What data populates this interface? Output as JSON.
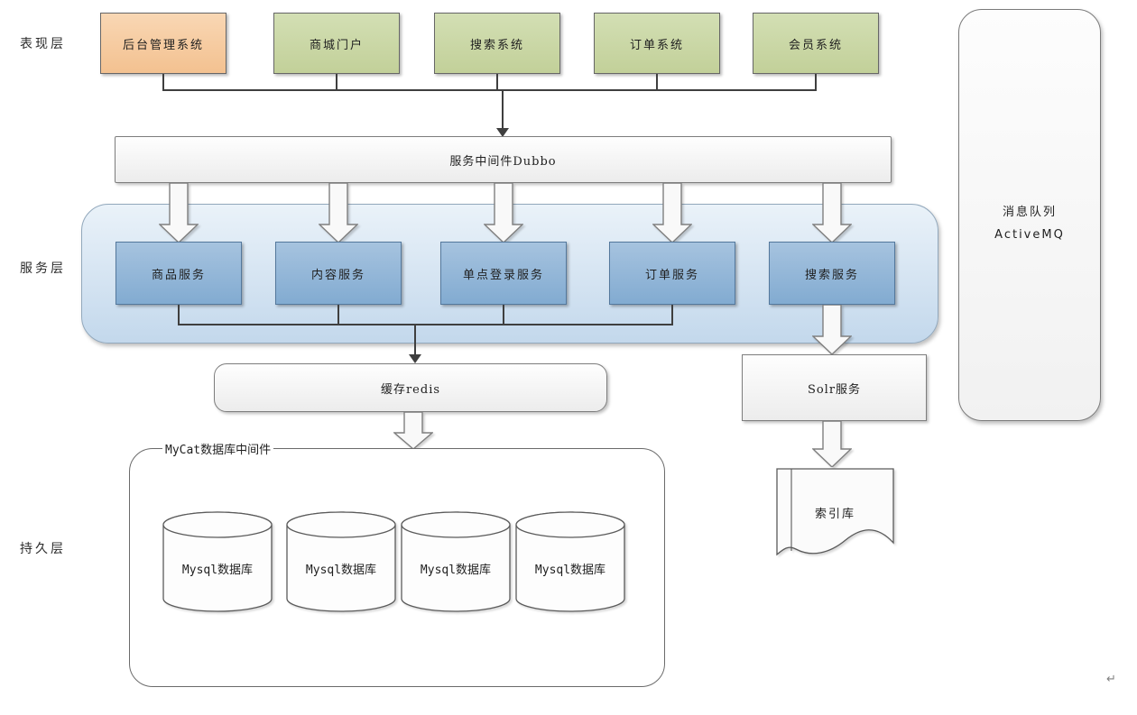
{
  "diagram": {
    "layer_labels": {
      "presentation": "表现层",
      "service": "服务层",
      "persistence": "持久层"
    },
    "presentation_boxes": [
      {
        "label": "后台管理系统",
        "fill": "#f3c190"
      },
      {
        "label": "商城门户",
        "fill": "#c2d099"
      },
      {
        "label": "搜索系统",
        "fill": "#c2d099"
      },
      {
        "label": "订单系统",
        "fill": "#c2d099"
      },
      {
        "label": "会员系统",
        "fill": "#c2d099"
      }
    ],
    "dubbo_label": "服务中间件Dubbo",
    "service_boxes": [
      {
        "label": "商品服务"
      },
      {
        "label": "内容服务"
      },
      {
        "label": "单点登录服务"
      },
      {
        "label": "订单服务"
      },
      {
        "label": "搜索服务"
      }
    ],
    "redis_label": "缓存redis",
    "solr_label": "Solr服务",
    "index_db_label": "索引库",
    "mq_label_line1": "消息队列",
    "mq_label_line2": "ActiveMQ",
    "mycat_label": "MyCat数据库中间件",
    "mysql_labels": [
      "Mysql数据库",
      "Mysql数据库",
      "Mysql数据库",
      "Mysql数据库"
    ],
    "return_mark": "↵",
    "colors": {
      "admin_box_fill": "#f3c190",
      "portal_box_fill": "#c2d099",
      "service_box_fill": "#8fb4d8",
      "service_box_border": "#54789c",
      "service_container_fill": "#cfe0ef",
      "bar_fill": "#f4f4f4",
      "shape_border": "#666666",
      "connector_line": "#3f3f3f"
    }
  }
}
